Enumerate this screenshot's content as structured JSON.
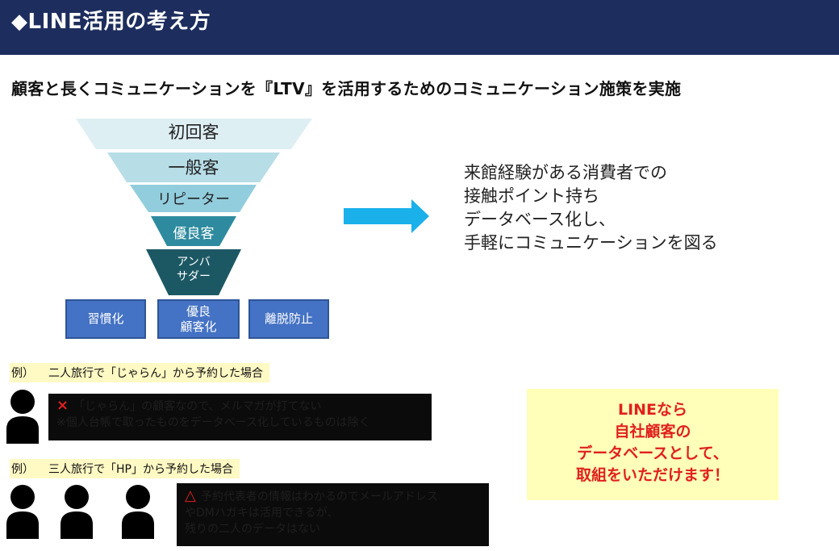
{
  "header": {
    "title": "◆LINE活用の考え方"
  },
  "subtitle": "顧客と長くコミュニケーションを『LTV』を活用するためのコミュニケーション施策を実施",
  "funnel": {
    "levels": [
      {
        "label": "初回客",
        "color": "#deeff4"
      },
      {
        "label": "一般客",
        "color": "#b7dde7"
      },
      {
        "label": "リピーター",
        "color": "#92cddd"
      },
      {
        "label": "優良客",
        "color": "#2e8b9f"
      },
      {
        "label_line1": "アンバ",
        "label_line2": "サダー",
        "color": "#1c5864"
      }
    ]
  },
  "stages": [
    {
      "label": "習慣化"
    },
    {
      "label_line1": "優良",
      "label_line2": "顧客化"
    },
    {
      "label": "離脱防止"
    }
  ],
  "arrow_color": "#1ab0ea",
  "description": {
    "line1": "来館経験がある消費者での",
    "line2": "接触ポイント持ち",
    "line3": "データベース化し、",
    "line4": "手軽にコミュニケーションを図る"
  },
  "example1": {
    "prefix": "例）",
    "text": "二人旅行で「じゃらん」から予約した場合",
    "mark": "×",
    "note_line1": "「じゃらん」の顧客なので、メルマガが打てない",
    "note_line2": "※個人台帳で取ったものをデータベース化しているものは除く"
  },
  "example2": {
    "prefix": "例）",
    "text": "三人旅行で「HP」から予約した場合",
    "mark": "△",
    "note_line1": "予約代表者の情報はわかるのでメールアドレス",
    "note_line2": "やDMハガキは活用できるが、",
    "note_line3": "残りの二人のデータはない"
  },
  "callout": {
    "line1": "LINEなら",
    "line2": "自社顧客の",
    "line3": "データベースとして、",
    "line4": "取組をいただけます！"
  },
  "colors": {
    "header_bg": "#1d2d5e",
    "stage_blue": "#4472c4",
    "accent_red": "#e0201c",
    "note_bg": "#ffffb9"
  }
}
